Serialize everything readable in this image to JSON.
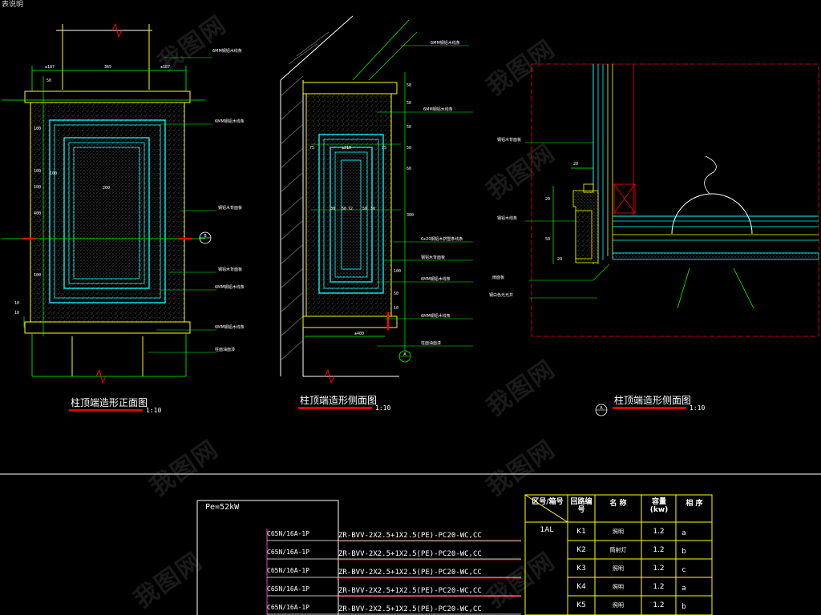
{
  "top_left_text": "表说明",
  "watermark": "我图网",
  "views": [
    {
      "id": "front",
      "title": "柱顶端造形正面图",
      "scale": "1:10"
    },
    {
      "id": "side",
      "title": "柱顶端造形侧面图",
      "scale": "1:10"
    },
    {
      "id": "detail",
      "title": "柱顶端造形侧面图",
      "scale": "1:10",
      "marker": "A"
    }
  ],
  "front_view": {
    "section_marker": "B",
    "dimensions_top": [
      "±187",
      "365",
      "±187"
    ],
    "dimensions_left": [
      "50",
      "100",
      "100",
      "100",
      "400",
      "100",
      "10",
      "10"
    ],
    "dimensions_inner": [
      "100",
      "200"
    ],
    "annotations": [
      "6MM钢铝木线条",
      "6MM钢铝木线条",
      "钢铝木背面板",
      "钢铝木背面板",
      "6MM钢铝木线条",
      "6MM钢铝木线条",
      "柱面油面漆"
    ]
  },
  "side_view": {
    "section_marker": "A",
    "dimensions_top": [
      "±210",
      "75",
      "75"
    ],
    "dimensions_right": [
      "50",
      "50",
      "50",
      "50",
      "60",
      "300",
      "100",
      "50",
      "10"
    ],
    "dimensions_inner": [
      "30",
      "50",
      "72",
      "50",
      "30"
    ],
    "bottom_dim": "±400",
    "annotations": [
      "6MM钢铝木线条",
      "6MM钢铝木线条",
      "6x20钢铝木挤塑条线条",
      "钢铝木背面板",
      "6MM钢铝木线条",
      "6MM钢铝木线条",
      "柱面油面漆"
    ]
  },
  "detail_view": {
    "dimensions": [
      "20",
      "20",
      "50",
      "20"
    ],
    "annotations": [
      "钢铝木背面板",
      "钢铝木线条",
      "雨面板",
      "钢白色光光井"
    ]
  },
  "electrical": {
    "pe": "Pe=52kW",
    "breakers": [
      "C65N/16A-1P",
      "C65N/16A-1P",
      "C65N/16A-1P",
      "C65N/16A-1P",
      "C65N/16A-1P"
    ],
    "wire": "ZR-BVV-2X2.5+1X2.5(PE)-PC20-WC,CC",
    "table_headers": [
      "区号/箱号",
      "回路编号",
      "名 称",
      "容量(kw)",
      "相 序"
    ],
    "table_rows": [
      {
        "box": "1AL",
        "circuit": "K1",
        "name": "照明",
        "kw": "1.2",
        "phase": "a"
      },
      {
        "box": "",
        "circuit": "K2",
        "name": "筒射灯",
        "kw": "1.2",
        "phase": "b"
      },
      {
        "box": "",
        "circuit": "K3",
        "name": "照明",
        "kw": "1.2",
        "phase": "c"
      },
      {
        "box": "",
        "circuit": "K4",
        "name": "照明",
        "kw": "1.2",
        "phase": "a"
      },
      {
        "box": "",
        "circuit": "K5",
        "name": "照明",
        "kw": "1.2",
        "phase": "b"
      }
    ]
  },
  "colors": {
    "background": "#000000",
    "yellow": "#ffff00",
    "cyan": "#00ffff",
    "green": "#00ff00",
    "red": "#ff0000",
    "white": "#ffffff",
    "magenta": "#ff66cc"
  }
}
